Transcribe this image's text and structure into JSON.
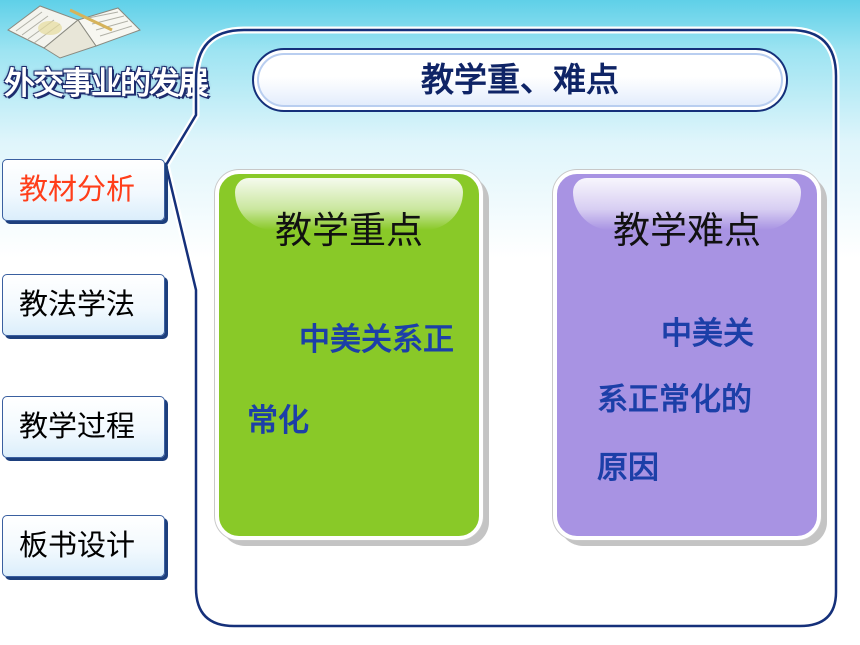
{
  "section_title": "外交事业的发展",
  "nav": {
    "items": [
      {
        "label": "教材分析",
        "active": true
      },
      {
        "label": "教法学法",
        "active": false
      },
      {
        "label": "教学过程",
        "active": false
      },
      {
        "label": "板书设计",
        "active": false
      }
    ]
  },
  "main": {
    "title": "教学重、难点",
    "cards": [
      {
        "title": "教学重点",
        "lines": [
          "中美关系正",
          "常化"
        ],
        "color": "#89c928"
      },
      {
        "title": "教学难点",
        "lines": [
          "中美关",
          "系正常化的",
          "原因"
        ],
        "color": "#a893e3"
      }
    ]
  },
  "colors": {
    "accent_active": "#ff3e1a",
    "frame": "#15307a",
    "card_text": "#1c3fa8"
  }
}
